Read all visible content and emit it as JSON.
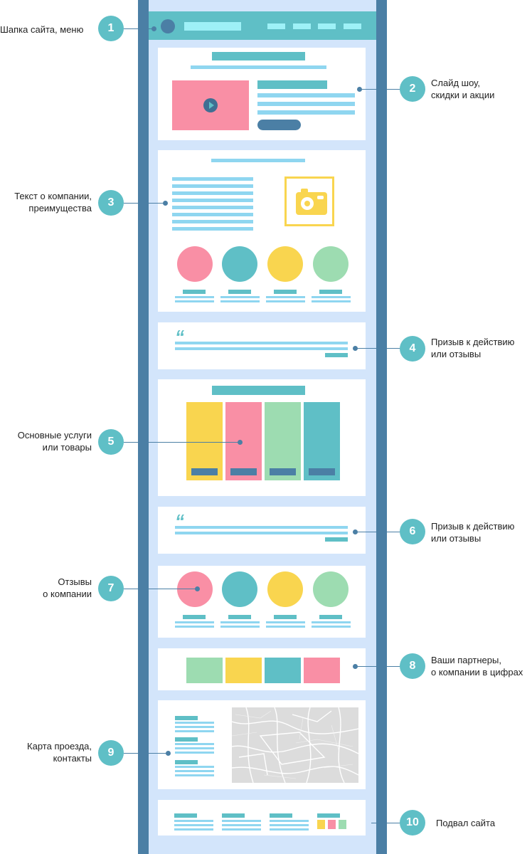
{
  "callouts": [
    {
      "number": "1",
      "label": "Шапка сайта, меню"
    },
    {
      "number": "2",
      "label": "Слайд шоу,\nскидки и акции"
    },
    {
      "number": "3",
      "label": "Текст о компании,\nпреимущества"
    },
    {
      "number": "4",
      "label": "Призыв к действию\nили отзывы"
    },
    {
      "number": "5",
      "label": "Основные услуги\nили товары"
    },
    {
      "number": "6",
      "label": "Призыв к действию\nили отзывы"
    },
    {
      "number": "7",
      "label": "Отзывы\nо компании"
    },
    {
      "number": "8",
      "label": "Ваши партнеры,\nо компании в цифрах"
    },
    {
      "number": "9",
      "label": "Карта проезда,\nконтакты"
    },
    {
      "number": "10",
      "label": "Подвал сайта"
    }
  ],
  "quote_glyph": "“",
  "colors": {
    "frame": "#4b7fa5",
    "background": "#d3e5fb",
    "teal": "#5fbfc6",
    "light_blue": "#8fd6f0",
    "pink": "#f98fa5",
    "yellow": "#f9d54f",
    "green": "#9ddcb1"
  },
  "icons": [
    "play-icon",
    "camera-icon",
    "quote-icon"
  ]
}
